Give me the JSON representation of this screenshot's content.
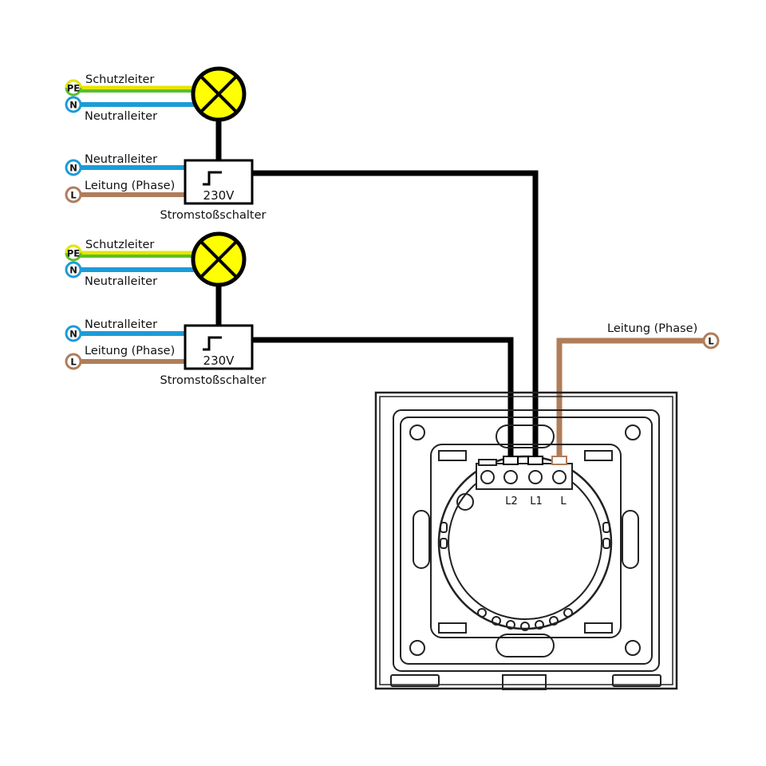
{
  "colors": {
    "protective_earth_green": "#5cbf2a",
    "protective_earth_yellow": "#e6e600",
    "neutral_blue": "#1b9cd8",
    "phase_brown": "#b07d5a",
    "lamp_fill": "#ffff00",
    "wire_black": "#000000"
  },
  "circuits": [
    {
      "pe_badge": "PE",
      "pe_label": "Schutzleiter",
      "lamp_n_badge": "N",
      "lamp_n_label": "Neutralleiter",
      "relay_n_badge": "N",
      "relay_n_label": "Neutralleiter",
      "relay_l_badge": "L",
      "relay_l_label": "Leitung (Phase)",
      "relay_voltage": "230V",
      "relay_label": "Stromstoßschalter"
    },
    {
      "pe_badge": "PE",
      "pe_label": "Schutzleiter",
      "lamp_n_badge": "N",
      "lamp_n_label": "Neutralleiter",
      "relay_n_badge": "N",
      "relay_n_label": "Neutralleiter",
      "relay_l_badge": "L",
      "relay_l_label": "Leitung (Phase)",
      "relay_voltage": "230V",
      "relay_label": "Stromstoßschalter"
    }
  ],
  "supply": {
    "label": "Leitung (Phase)",
    "badge": "L"
  },
  "switch": {
    "terminals": [
      "L2",
      "L1",
      "L"
    ]
  }
}
